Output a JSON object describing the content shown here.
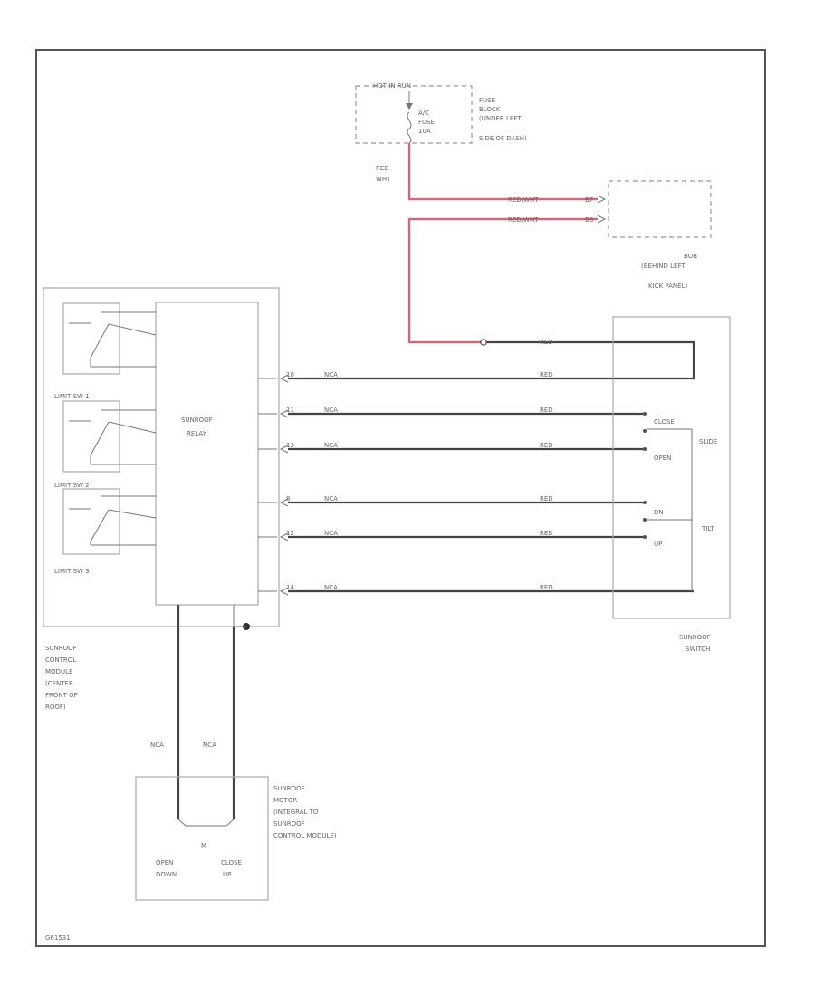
{
  "colors": {
    "frame": "#555555",
    "wire": "#444444",
    "power_wire": "#ef5b6e",
    "text": "#666666"
  },
  "fuse_block": {
    "header": "HOT IN RUN",
    "fuse": [
      "A/C",
      "FUSE",
      "10A"
    ],
    "location": [
      "FUSE",
      "BLOCK",
      "(UNDER LEFT",
      "SIDE OF DASH)"
    ]
  },
  "power_wire": [
    "RED",
    "WHT"
  ],
  "bob": {
    "wire_labels": [
      "RED/WHT",
      "RED/WHT"
    ],
    "pins": [
      "B7",
      "B8"
    ],
    "location": [
      "BOB",
      "(BEHIND LEFT",
      "KICK PANEL)"
    ]
  },
  "control_module": {
    "limit_switches": [
      "LIMIT SW 1",
      "LIMIT SW 2",
      "LIMIT SW 3"
    ],
    "relay": [
      "SUNROOF",
      "RELAY"
    ],
    "location": [
      "SUNROOF",
      "CONTROL",
      "MODULE",
      "(CENTER",
      "FRONT OF",
      "ROOF)"
    ],
    "pins": [
      "10",
      "11",
      "13",
      "8",
      "12",
      "14"
    ]
  },
  "wires": {
    "common": "RED",
    "left_labels": [
      "NCA",
      "NCA",
      "NCA",
      "NCA",
      "NCA",
      "NCA"
    ],
    "right_labels": [
      "RED",
      "RED",
      "RED",
      "RED",
      "RED",
      "RED"
    ],
    "motor_wires": [
      "NCA",
      "NCA"
    ]
  },
  "sunroof_switch": {
    "positions": [
      "CLOSE",
      "OPEN",
      "DN",
      "UP"
    ],
    "groups": [
      "SLIDE",
      "TILT"
    ],
    "label": [
      "SUNROOF",
      "SWITCH"
    ]
  },
  "motor": {
    "label": [
      "SUNROOF",
      "MOTOR",
      "(INTEGRAL TO",
      "SUNROOF",
      "CONTROL MODULE)"
    ],
    "symbol": "M",
    "directions_left": [
      "OPEN",
      "DOWN"
    ],
    "directions_right": [
      "CLOSE",
      "UP"
    ]
  },
  "figure_id": "G61531"
}
